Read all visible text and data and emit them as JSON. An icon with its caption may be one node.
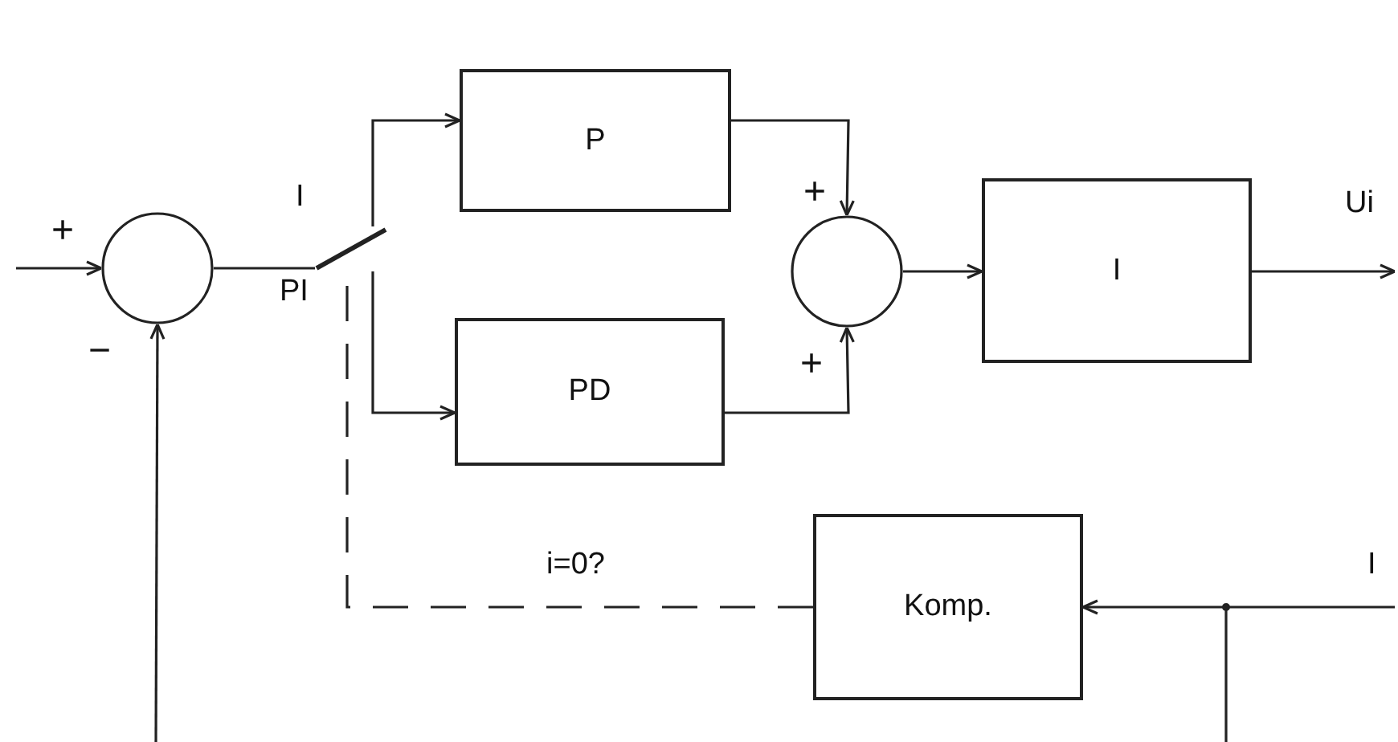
{
  "diagram": {
    "nodes": [
      {
        "text": [],
        "shape": "circle"
      },
      {
        "text": [],
        "shape": "switch",
        "beside": [
          "I",
          "PI"
        ]
      },
      {
        "text": [
          "P"
        ]
      },
      {
        "text": [
          "PD"
        ]
      },
      {
        "text": [],
        "shape": "circle"
      },
      {
        "text": [
          "I"
        ]
      },
      {
        "text": [
          "Komp."
        ]
      }
    ],
    "edges": [
      {
        "from": null,
        "to": 0,
        "arrow": "to"
      },
      {
        "from": null,
        "to": 0,
        "arrow": "to"
      },
      {
        "from": 0,
        "to": 1,
        "arrow": "none"
      },
      {
        "from": 1,
        "to": 2,
        "arrow": "to"
      },
      {
        "from": 1,
        "to": 3,
        "arrow": "to"
      },
      {
        "from": 2,
        "to": 4,
        "arrow": "to"
      },
      {
        "from": 3,
        "to": 4,
        "arrow": "to"
      },
      {
        "from": 4,
        "to": 5,
        "arrow": "to"
      },
      {
        "from": 5,
        "to": null,
        "arrow": "to",
        "label": "Ui"
      },
      {
        "from": null,
        "to": 6,
        "arrow": "to",
        "label": "I"
      },
      {
        "from": 6,
        "to": 1,
        "arrow": "none",
        "style": "dashed",
        "label": "i=0?"
      }
    ],
    "labels": [
      "+",
      "−",
      "+",
      "+"
    ]
  }
}
